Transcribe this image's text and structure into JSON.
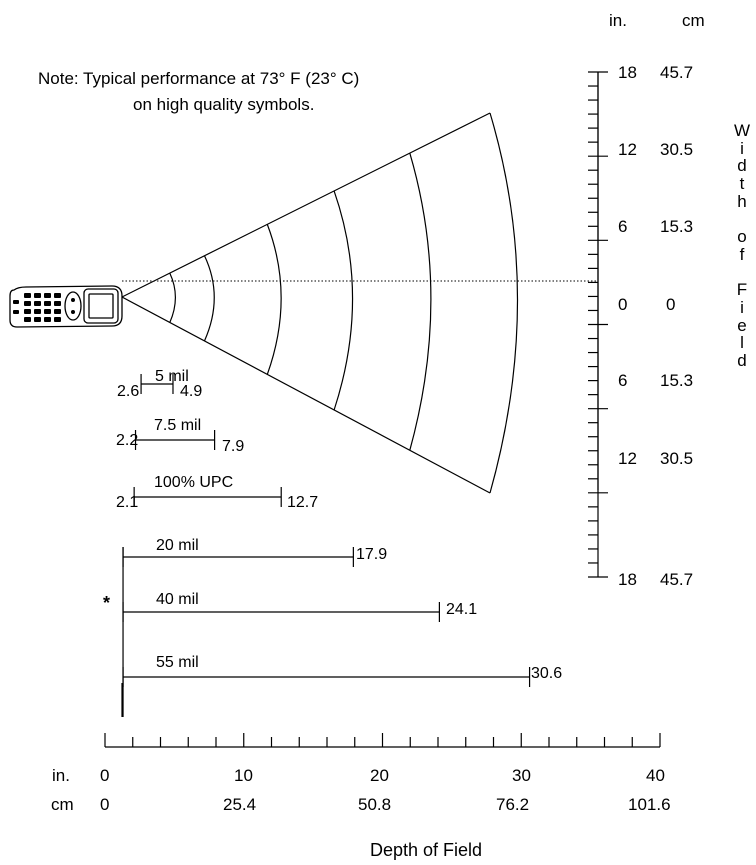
{
  "note": {
    "line1": "Note:  Typical performance at 73° F (23° C)",
    "line2": "on high quality symbols."
  },
  "width_axis": {
    "unit_in": "in.",
    "unit_cm": "cm",
    "label": "Width of Field",
    "letters": [
      "W",
      "i",
      "d",
      "t",
      "h",
      "",
      "o",
      "f",
      "",
      "F",
      "i",
      "e",
      "l",
      "d"
    ],
    "ticks": [
      {
        "in": "18",
        "cm": "45.7"
      },
      {
        "in": "12",
        "cm": "30.5"
      },
      {
        "in": "6",
        "cm": "15.3"
      },
      {
        "in": "0",
        "cm": "0"
      },
      {
        "in": "6",
        "cm": "15.3"
      },
      {
        "in": "12",
        "cm": "30.5"
      },
      {
        "in": "18",
        "cm": "45.7"
      }
    ]
  },
  "depth_axis": {
    "label": "Depth of Field",
    "unit_in": "in.",
    "unit_cm": "cm",
    "ticks": [
      {
        "in": "0",
        "cm": "0"
      },
      {
        "in": "10",
        "cm": "25.4"
      },
      {
        "in": "20",
        "cm": "50.8"
      },
      {
        "in": "30",
        "cm": "76.2"
      },
      {
        "in": "40",
        "cm": "101.6"
      }
    ]
  },
  "ranges": [
    {
      "label": "5 mil",
      "near": "2.6",
      "far": "4.9"
    },
    {
      "label": "7.5 mil",
      "near": "2.2",
      "far": "7.9"
    },
    {
      "label": "100% UPC",
      "near": "2.1",
      "far": "12.7"
    },
    {
      "label": "20 mil",
      "near": "",
      "far": "17.9"
    },
    {
      "label": "40 mil",
      "near": "",
      "far": "24.1"
    },
    {
      "label": "55 mil",
      "near": "",
      "far": "30.6"
    }
  ],
  "footnote_marker": "*",
  "device_icon": "handheld-scanner-icon"
}
